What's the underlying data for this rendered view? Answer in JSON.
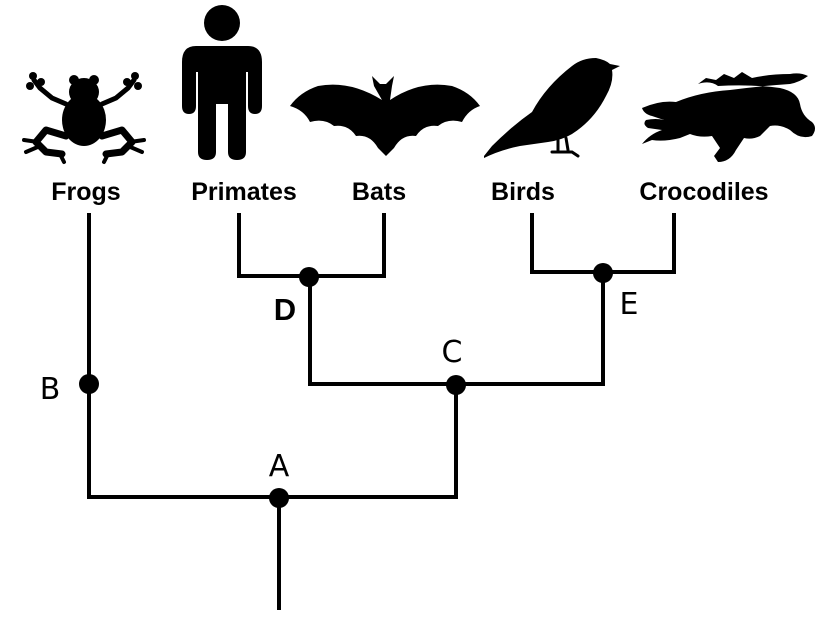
{
  "taxa": {
    "frogs": "Frogs",
    "primates": "Primates",
    "bats": "Bats",
    "birds": "Birds",
    "crocodiles": "Crocodiles"
  },
  "nodes": {
    "a": "A",
    "b": "B",
    "c": "C",
    "d": "D",
    "e": "E"
  },
  "icons": [
    "frog-icon",
    "human-icon",
    "bat-icon",
    "bird-icon",
    "crocodile-icon"
  ],
  "colors": {
    "ink": "#000000",
    "background": "#ffffff"
  }
}
